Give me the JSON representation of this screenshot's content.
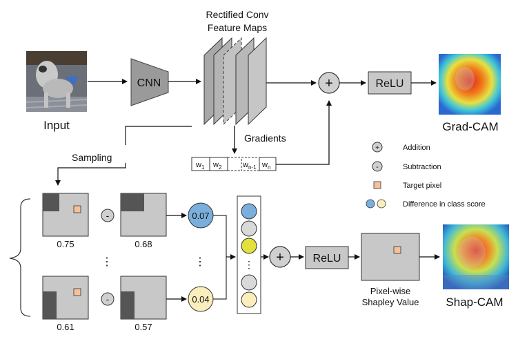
{
  "top": {
    "input_label": "Input",
    "cnn_label": "CNN",
    "feature_maps_title_1": "Rectified Conv",
    "feature_maps_title_2": "Feature Maps",
    "gradients_label": "Gradients",
    "weights": [
      {
        "base": "w",
        "sub": "1"
      },
      {
        "base": "w",
        "sub": "2"
      },
      {
        "base": "w",
        "sub": "n-1"
      },
      {
        "base": "w",
        "sub": "n"
      }
    ],
    "plus_symbol": "+",
    "relu_label": "ReLU",
    "output_label": "Grad-CAM"
  },
  "legend": {
    "addition_symbol": "+",
    "addition_label": "Addition",
    "subtraction_symbol": "-",
    "subtraction_label": "Subtraction",
    "target_label": "Target pixel",
    "diff_label": "Difference in class score"
  },
  "bottom": {
    "sampling_label": "Sampling",
    "minus_symbol": "-",
    "row1": {
      "left_value": "0.75",
      "right_value": "0.68",
      "diff": "0.07"
    },
    "row2": {
      "left_value": "0.61",
      "right_value": "0.57",
      "diff": "0.04"
    },
    "vdots": "⋮",
    "plus_symbol": "+",
    "relu_label": "ReLU",
    "shapley_label_1": "Pixel-wise",
    "shapley_label_2": "Shapley Value",
    "output_label": "Shap-CAM"
  },
  "colors": {
    "blue_circle": "#7aaedc",
    "yellow_circle": "#fbeebc",
    "bright_yellow": "#e3e03a",
    "gray_box": "#c8c8c8",
    "dark_patch": "#555555",
    "target_pixel": "#f5c09a"
  }
}
